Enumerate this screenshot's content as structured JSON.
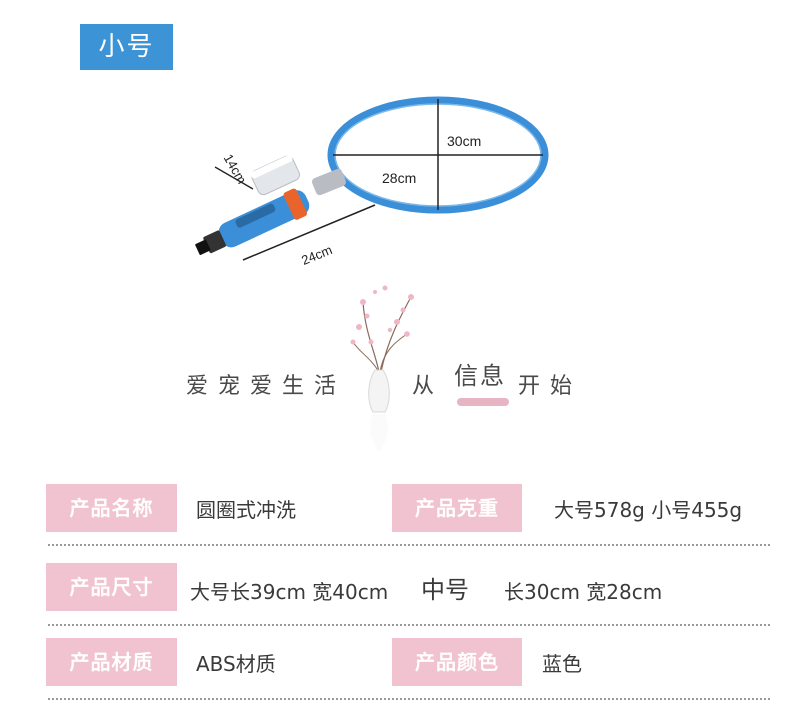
{
  "size_tag": "小号",
  "dimensions": {
    "width_label": "30cm",
    "height_label": "28cm",
    "brush_width_label": "14cm",
    "handle_length_label": "24cm"
  },
  "slogan": {
    "left": "爱宠爱生活",
    "from": "从",
    "highlight": "信息",
    "right": "开始"
  },
  "specs": {
    "name_label": "产品名称",
    "name_value": "圆圈式冲洗",
    "weight_label": "产品克重",
    "weight_value": "大号578g 小号455g",
    "size_label": "产品尺寸",
    "size_large": "大号长39cm 宽40cm",
    "size_medium_label": "中号",
    "size_medium": "长30cm 宽28cm",
    "material_label": "产品材质",
    "material_value": "ABS材质",
    "color_label": "产品颜色",
    "color_value": "蓝色"
  },
  "colors": {
    "tag_blue": "#3c93d6",
    "hoop_blue": "#3a8fd8",
    "label_pink": "#f1c2d0",
    "accent_orange": "#e8642a"
  }
}
